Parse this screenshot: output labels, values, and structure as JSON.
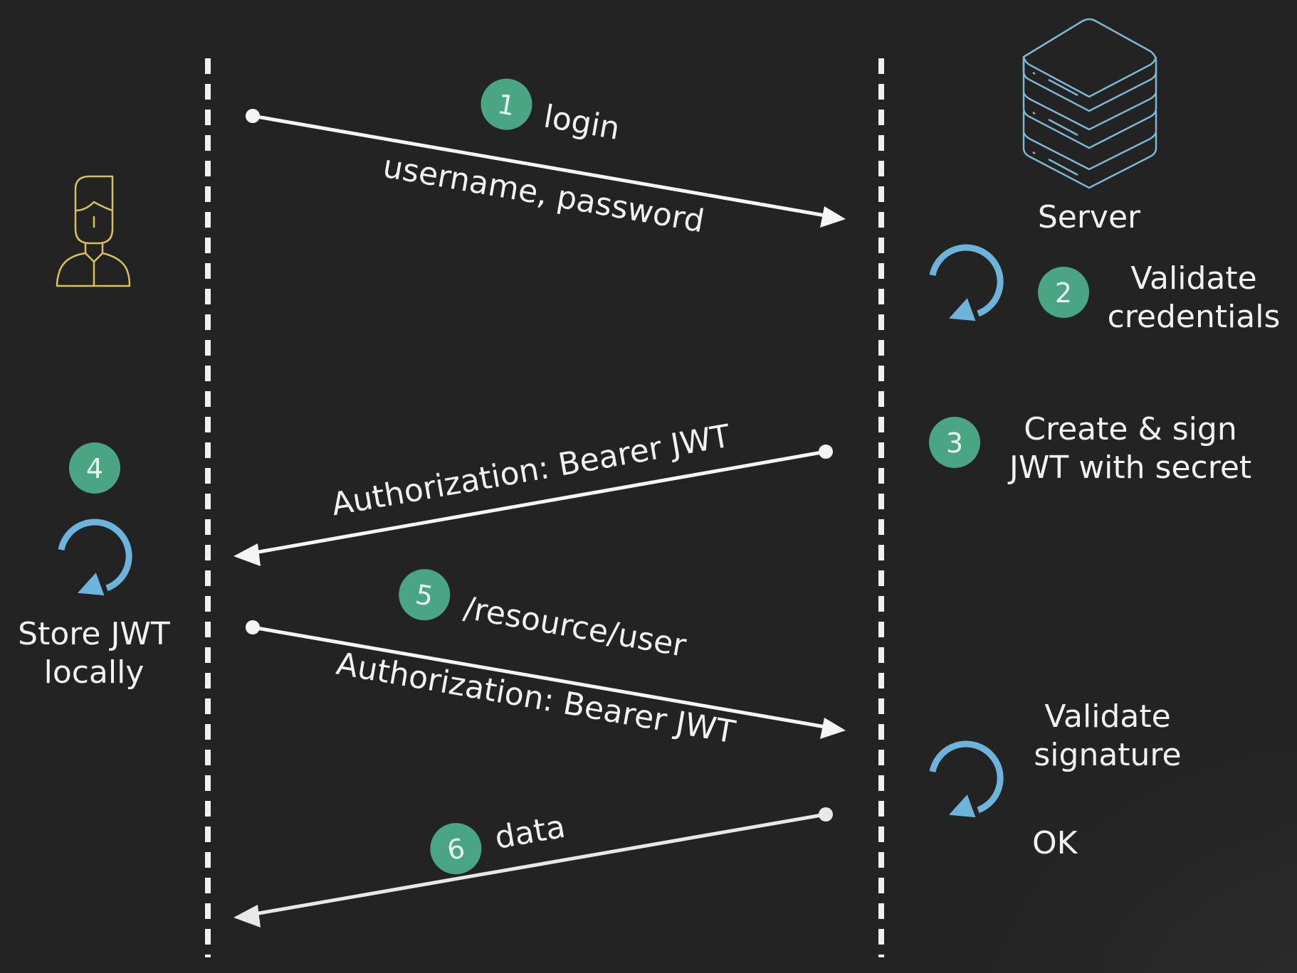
{
  "colors": {
    "background": "#232323",
    "text": "#f2f2f2",
    "arrow": "#f5f5f5",
    "lifeline": "#f0f0f0",
    "badge": "#4aa585",
    "badge_text": "#e8f6ef",
    "loop_icon": "#6cb4dc",
    "user_icon": "#d8c05a",
    "server_icon": "#7fb6d4"
  },
  "participants": {
    "client": {
      "icon": "user-icon"
    },
    "server": {
      "icon": "server-stack-icon",
      "label": "Server"
    }
  },
  "messages": [
    {
      "step": "1",
      "direction": "client-to-server",
      "label_above": "login",
      "label_below": "username, password"
    },
    {
      "step": "3",
      "direction": "server-to-client",
      "label_above": "Authorization: Bearer JWT",
      "label_below": ""
    },
    {
      "step": "5",
      "direction": "client-to-server",
      "label_above": "/resource/user",
      "label_below": "Authorization: Bearer JWT"
    },
    {
      "step": "6",
      "direction": "server-to-client",
      "label_above": "data",
      "label_below": ""
    }
  ],
  "actions": {
    "validate_credentials": {
      "step": "2",
      "lines": [
        "Validate",
        "credentials"
      ],
      "icon": "loop-arrow-icon"
    },
    "create_sign": {
      "step": "3",
      "lines": [
        "Create & sign",
        "JWT with secret"
      ]
    },
    "store_jwt": {
      "step": "4",
      "lines": [
        "Store JWT",
        "locally"
      ],
      "icon": "loop-arrow-icon"
    },
    "validate_signature": {
      "lines": [
        "Validate",
        "signature"
      ],
      "result": "OK",
      "icon": "loop-arrow-icon"
    }
  }
}
